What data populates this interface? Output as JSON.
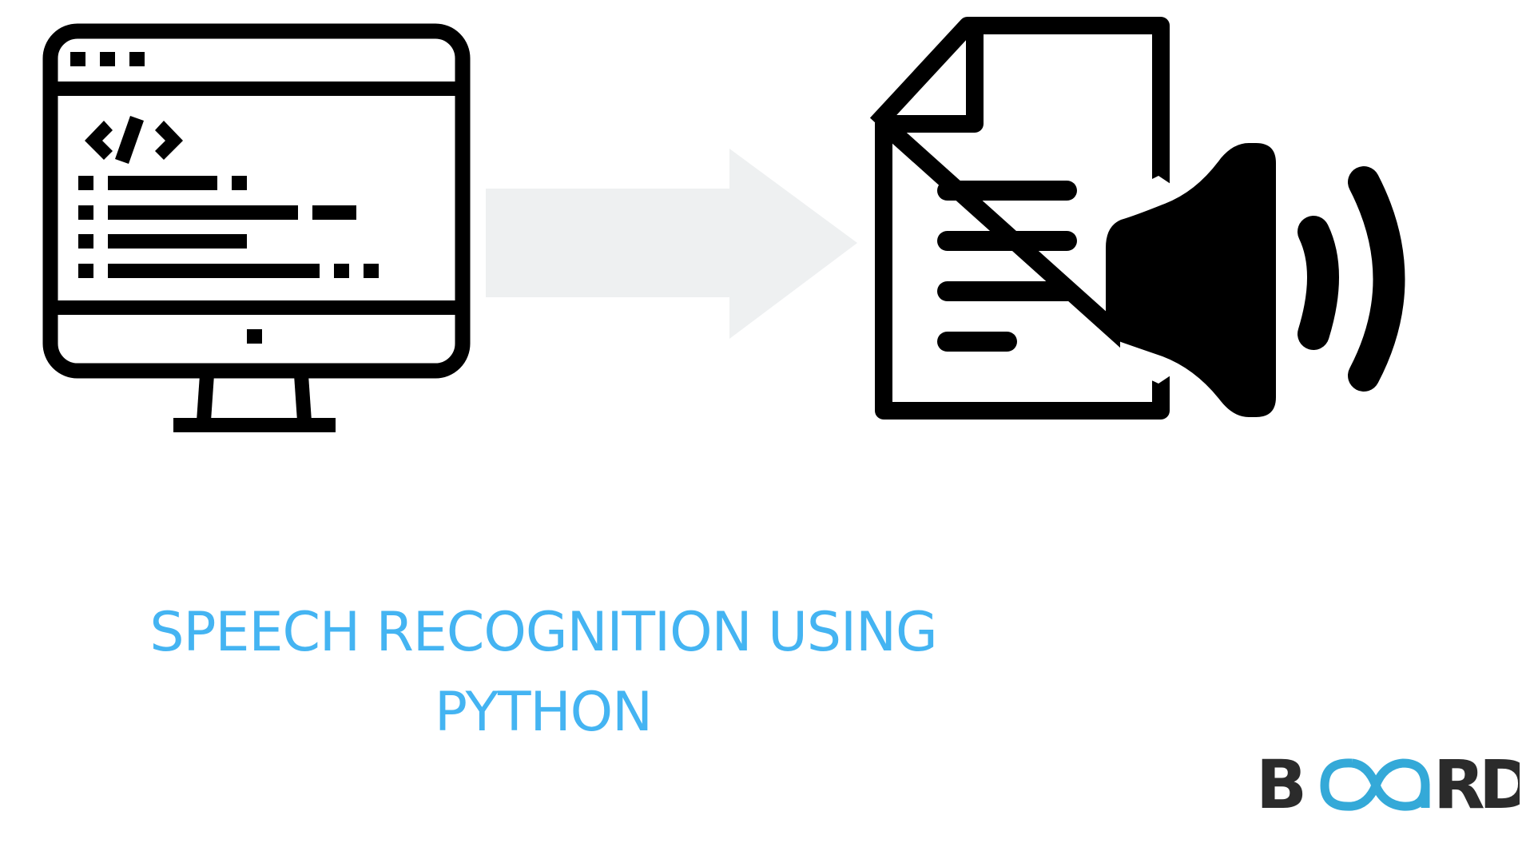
{
  "title": {
    "line1": "SPEECH RECOGNITION USING",
    "line2": "PYTHON",
    "color": "#44b4f2"
  },
  "icons": {
    "left": "computer-code-icon",
    "middle": "arrow-right-icon",
    "right": "document-audio-icon"
  },
  "logo": {
    "letters": [
      "B",
      "R",
      "D"
    ],
    "mark": "infinity-oa-mark",
    "text_color": "#2b2b2b",
    "mark_color": "#34a9d8"
  },
  "colors": {
    "icon": "#000000",
    "arrow": "#eef0f1",
    "background": "#ffffff"
  }
}
